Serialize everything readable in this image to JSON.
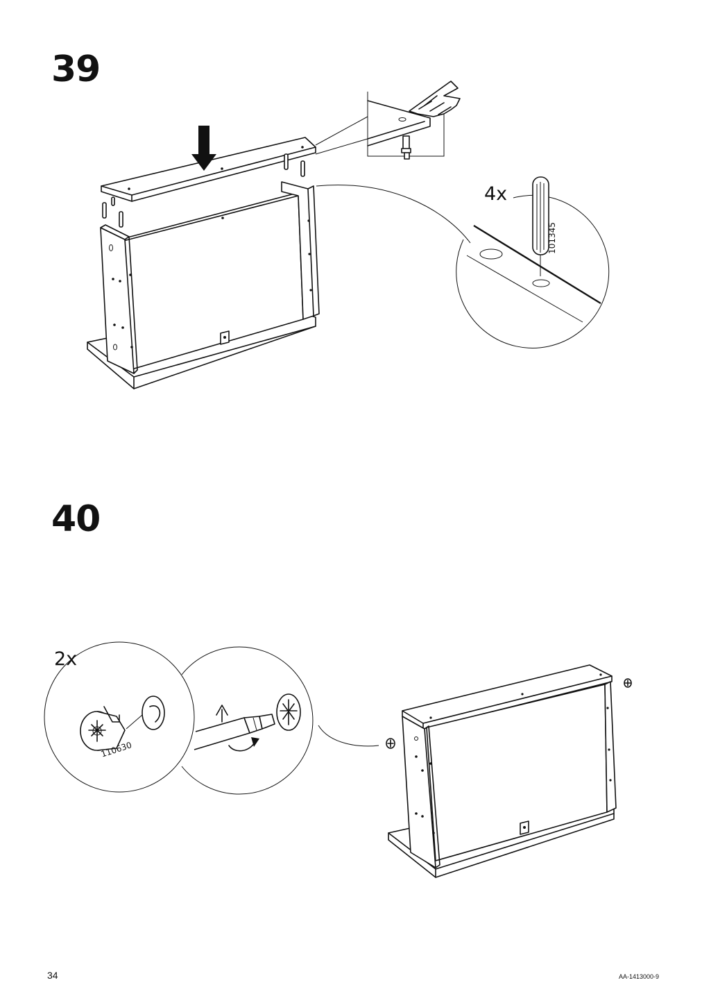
{
  "steps": [
    {
      "number": "39",
      "quantity": "4x",
      "part_number": "101345"
    },
    {
      "number": "40",
      "quantity": "2x",
      "part_number": "110630"
    }
  ],
  "footer": {
    "page_number": "34",
    "document_code": "AA-1413000-9"
  },
  "icons": [
    "down-arrow-icon",
    "pointing-hand-icon",
    "dowel-icon",
    "cam-lock-icon",
    "screwdriver-icon",
    "rotate-arrow-icon"
  ]
}
